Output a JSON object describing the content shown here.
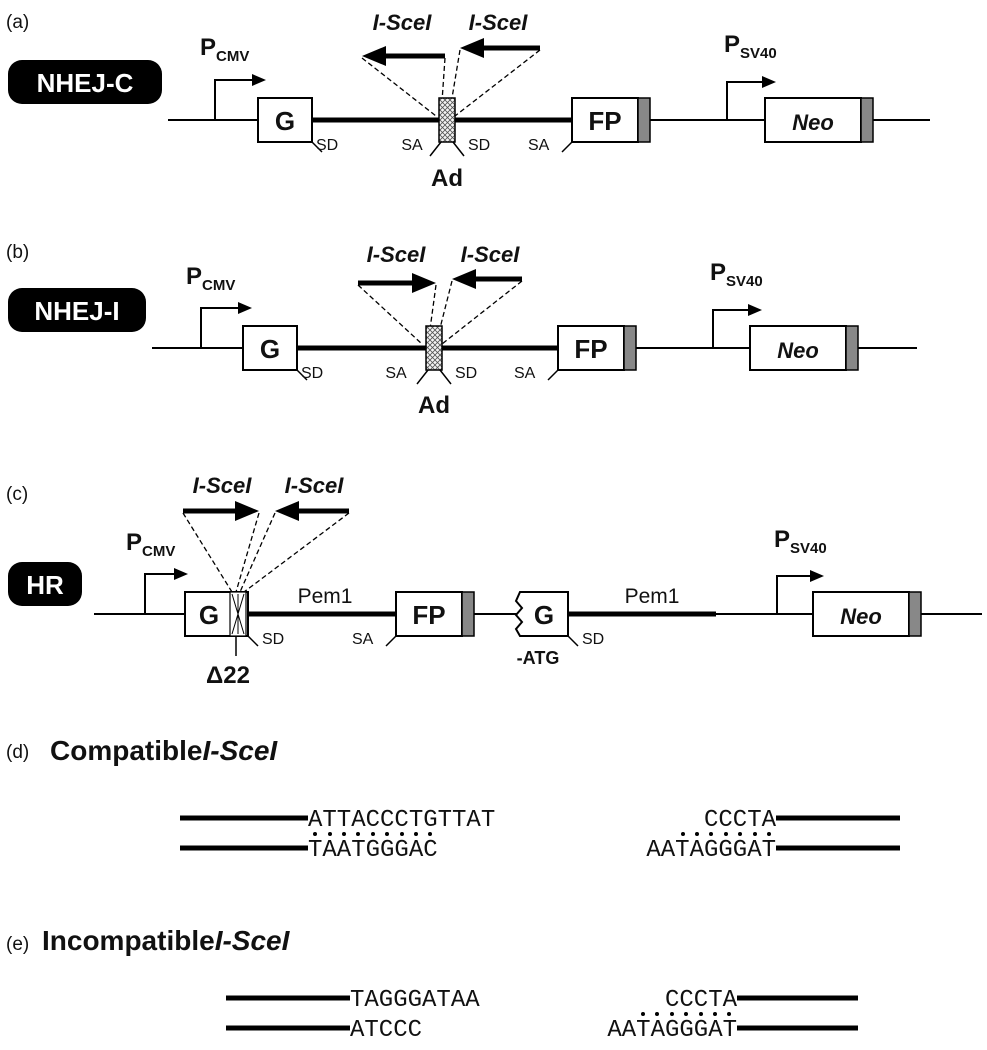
{
  "panels": {
    "a": {
      "tag": "(a)",
      "badge": "NHEJ-C",
      "promoter1": "P",
      "promoter1_sub": "CMV",
      "exon_g": "G",
      "exon_fp": "FP",
      "promoter2": "P",
      "promoter2_sub": "SV40",
      "neo": "Neo",
      "site_left": "I-SceI",
      "site_right": "I-SceI",
      "sd1": "SD",
      "sa1": "SA",
      "sd2": "SD",
      "sa2": "SA",
      "adapter": "Ad"
    },
    "b": {
      "tag": "(b)",
      "badge": "NHEJ-I",
      "promoter1": "P",
      "promoter1_sub": "CMV",
      "exon_g": "G",
      "exon_fp": "FP",
      "promoter2": "P",
      "promoter2_sub": "SV40",
      "neo": "Neo",
      "site_left": "I-SceI",
      "site_right": "I-SceI",
      "sd1": "SD",
      "sa1": "SA",
      "sd2": "SD",
      "sa2": "SA",
      "adapter": "Ad"
    },
    "c": {
      "tag": "(c)",
      "badge": "HR",
      "promoter1": "P",
      "promoter1_sub": "CMV",
      "exon_g": "G",
      "exon_fp": "FP",
      "exon_g2": "G",
      "promoter2": "P",
      "promoter2_sub": "SV40",
      "neo": "Neo",
      "site_left": "I-SceI",
      "site_right": "I-SceI",
      "pem1_left": "Pem1",
      "pem1_right": "Pem1",
      "sd1": "SD",
      "sa1": "SA",
      "sd2": "SD",
      "delta": "Δ22",
      "atg": "-ATG"
    },
    "d": {
      "tag": "(d)",
      "title": "Compatible",
      "title_italic": "I-SceI",
      "top_left_seq": "ATTACCCTGTTAT",
      "bottom_left_seq": "TAATGGGAC",
      "top_right_seq": "CCCTA",
      "bottom_right_seq": "AATAGGGAT"
    },
    "e": {
      "tag": "(e)",
      "title": "Incompatible",
      "title_italic": "I-SceI",
      "top_left_seq": "TAGGGATAA",
      "bottom_left_seq": "ATCCC",
      "top_right_seq": "CCCTA",
      "bottom_right_seq": "AATAGGGAT"
    }
  }
}
